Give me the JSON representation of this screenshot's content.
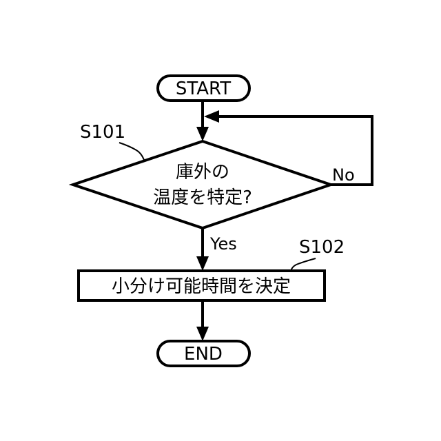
{
  "flowchart": {
    "start": "START",
    "end": "END",
    "decision": {
      "step_id": "S101",
      "line1": "庫外の",
      "line2": "温度を特定?",
      "yes_label": "Yes",
      "no_label": "No"
    },
    "process": {
      "step_id": "S102",
      "text": "小分け可能時間を決定"
    }
  }
}
